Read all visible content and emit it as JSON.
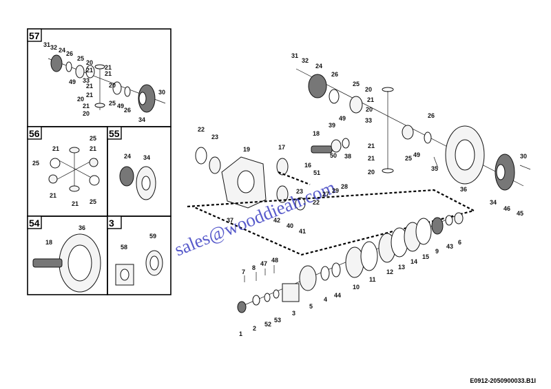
{
  "footer_code": "E0912-2050900033.B1I",
  "watermark_text": "sales@wooddieah.com",
  "box_labels": {
    "box57": "57",
    "box56": "56",
    "box55": "55",
    "box54": "54",
    "box3": "3"
  },
  "callouts": {
    "box57": [
      "31",
      "32",
      "24",
      "26",
      "25",
      "20",
      "21",
      "21",
      "49",
      "33",
      "21",
      "20",
      "21",
      "20",
      "25",
      "49",
      "26",
      "30",
      "34",
      "21",
      "20",
      "21"
    ],
    "box56": [
      "21",
      "21",
      "25",
      "25",
      "21",
      "21",
      "25"
    ],
    "box55": [
      "24",
      "34"
    ],
    "box54": [
      "36",
      "18"
    ],
    "box3": [
      "59",
      "58"
    ],
    "main": [
      "31",
      "32",
      "24",
      "26",
      "25",
      "20",
      "21",
      "20",
      "26",
      "49",
      "33",
      "39",
      "18",
      "22",
      "23",
      "19",
      "17",
      "16",
      "51",
      "50",
      "38",
      "21",
      "21",
      "20",
      "25",
      "49",
      "35",
      "30",
      "36",
      "34",
      "46",
      "45",
      "23",
      "22",
      "42",
      "40",
      "41",
      "37",
      "27",
      "28",
      "29",
      "7",
      "8",
      "47",
      "48",
      "1",
      "2",
      "52",
      "53",
      "3",
      "5",
      "4",
      "44",
      "10",
      "11",
      "12",
      "13",
      "14",
      "15",
      "9",
      "43",
      "6"
    ]
  }
}
